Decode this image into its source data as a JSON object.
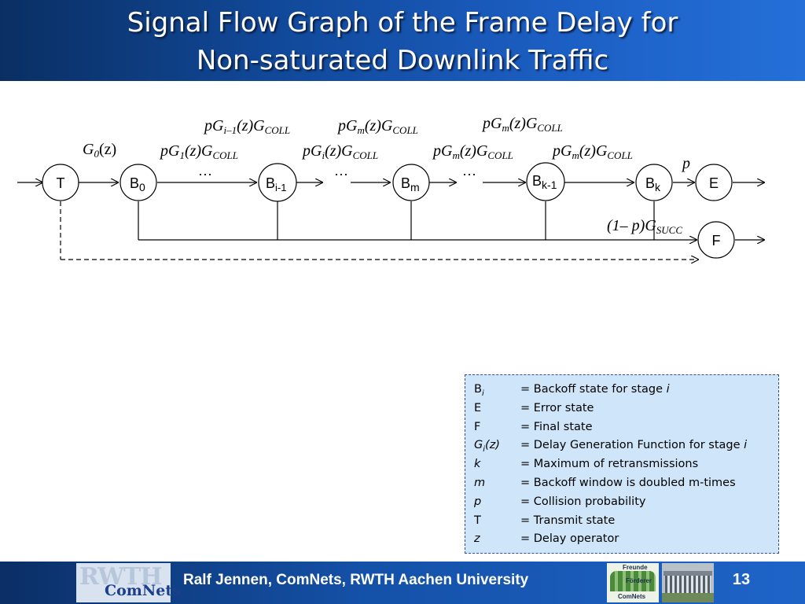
{
  "title": {
    "line1": "Signal Flow Graph of the Frame Delay for",
    "line2": "Non-saturated Downlink Traffic"
  },
  "diagram": {
    "nodes": {
      "T": "T",
      "B0": "B",
      "B0_sub": "0",
      "Bi1": "B",
      "Bi1_sub": "i-1",
      "Bm": "B",
      "Bm_sub": "m",
      "Bk1": "B",
      "Bk1_sub": "k-1",
      "Bk": "B",
      "Bk_sub": "k",
      "E": "E",
      "F": "F"
    },
    "edge_labels": {
      "G0": {
        "base": "G",
        "sub": "0",
        "arg": "(z)"
      },
      "e1": {
        "lead": "pG",
        "sub": "1",
        "mid": "(z)G",
        "tail": "COLL"
      },
      "e2": {
        "lead": "pG",
        "sub": "i–1",
        "mid": "(z)G",
        "tail": "COLL"
      },
      "e3": {
        "lead": "pG",
        "sub": "i",
        "mid": "(z)G",
        "tail": "COLL"
      },
      "e4": {
        "lead": "pG",
        "sub": "m",
        "mid": "(z)G",
        "tail": "COLL"
      },
      "e5": {
        "lead": "pG",
        "sub": "m",
        "mid": "(z)G",
        "tail": "COLL"
      },
      "e6": {
        "lead": "pG",
        "sub": "m",
        "mid": "(z)G",
        "tail": "COLL"
      },
      "e7": {
        "lead": "pG",
        "sub": "m",
        "mid": "(z)G",
        "tail": "COLL"
      },
      "p": "p",
      "succ": {
        "lead": "(1– p)G",
        "sub": "SUCC"
      },
      "dots": "···"
    }
  },
  "legend": {
    "rows": [
      {
        "sym": "B",
        "sym_sub": "i",
        "desc": "= Backoff state for stage ",
        "desc_em": "i"
      },
      {
        "sym": "E",
        "sym_sub": "",
        "desc": "= Error state",
        "desc_em": ""
      },
      {
        "sym": "F",
        "sym_sub": "",
        "desc": "= Final state",
        "desc_em": ""
      },
      {
        "sym": "G",
        "sym_sub": "i",
        "sym_tail": "(z)",
        "desc": "= Delay Generation Function for stage ",
        "desc_em": "i"
      },
      {
        "sym": "k",
        "sym_sub": "",
        "desc": "= Maximum of retransmissions",
        "desc_em": ""
      },
      {
        "sym": "m",
        "sym_sub": "",
        "desc": "= Backoff window is doubled m-times",
        "desc_em": ""
      },
      {
        "sym": "p",
        "sym_sub": "",
        "desc": "= Collision probability",
        "desc_em": ""
      },
      {
        "sym": "T",
        "sym_sub": "",
        "desc": "= Transmit state",
        "desc_em": ""
      },
      {
        "sym": "z",
        "sym_sub": "",
        "desc": "= Delay operator",
        "desc_em": ""
      }
    ]
  },
  "footer": {
    "logo_text": "RWTH",
    "logo_sub": "ComNets",
    "author": "Ralf Jennen, ComNets, RWTH Aachen University",
    "logo2_top": "Freunde",
    "logo2_mid": "Förderer",
    "logo2_bottom": "ComNets",
    "page": "13"
  },
  "colors": {
    "title_bg": "#11499a",
    "legend_bg": "#cfe6fa",
    "footer_bg": "#1451a8"
  }
}
